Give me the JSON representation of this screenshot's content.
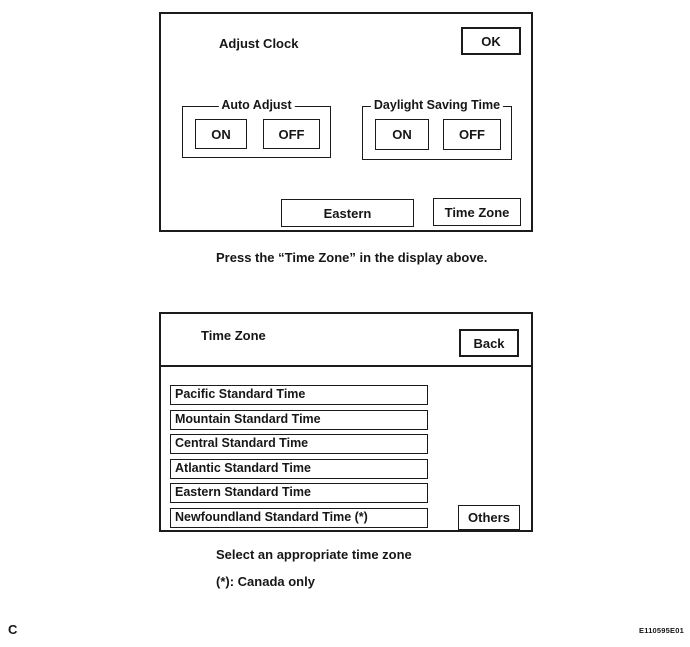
{
  "adjust_clock_panel": {
    "title": "Adjust Clock",
    "ok_button": "OK",
    "auto_adjust_group": {
      "label": "Auto Adjust",
      "on_button": "ON",
      "off_button": "OFF"
    },
    "dst_group": {
      "label": "Daylight Saving Time",
      "on_button": "ON",
      "off_button": "OFF"
    },
    "eastern_button": "Eastern",
    "time_zone_button": "Time Zone"
  },
  "caption_press": "Press the “Time Zone” in the display above.",
  "time_zone_panel": {
    "title": "Time Zone",
    "back_button": "Back",
    "zones": [
      "Pacific Standard Time",
      "Mountain Standard Time",
      "Central Standard Time",
      "Atlantic Standard Time",
      "Eastern Standard Time",
      "Newfoundland Standard Time (*)"
    ],
    "others_button": "Others"
  },
  "caption_select": "Select an appropriate time zone",
  "caption_canada": "(*): Canada only",
  "footer": {
    "page_marker": "C",
    "figure_code": "E110595E01"
  },
  "colors": {
    "line": "#1b1b1b",
    "background": "#ffffff"
  }
}
